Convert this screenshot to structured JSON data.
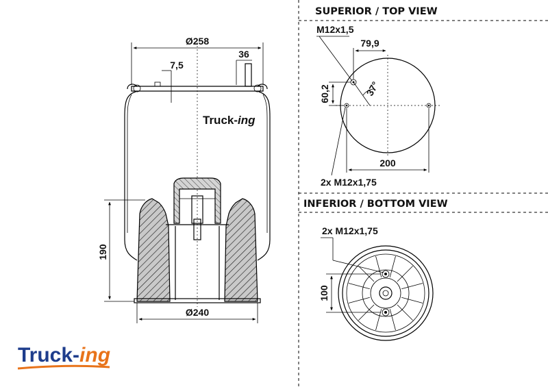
{
  "headers": {
    "top_view": "SUPERIOR / TOP VIEW",
    "bottom_view": "INFERIOR / BOTTOM VIEW"
  },
  "side_view": {
    "dim_top_diameter": "Ø258",
    "dim_bead_offset": "7,5",
    "dim_stud_offset": "36",
    "dim_height": "190",
    "dim_bottom_diameter": "Ø240",
    "watermark": {
      "part1": "Truck-",
      "part2": "ing"
    }
  },
  "top_view": {
    "dim_thread": "M12x1,5",
    "dim_x_offset": "79,9",
    "dim_y_offset": "60,2",
    "dim_angle": "37°",
    "dim_spacing": "200",
    "dim_holes": "2x M12x1,75"
  },
  "bottom_view": {
    "dim_holes": "2x M12x1,75",
    "dim_spacing": "100"
  },
  "logo": {
    "part1": "Truck-",
    "part2": "ing",
    "accent_color": "#e8731a",
    "main_color": "#1e3d8c"
  }
}
